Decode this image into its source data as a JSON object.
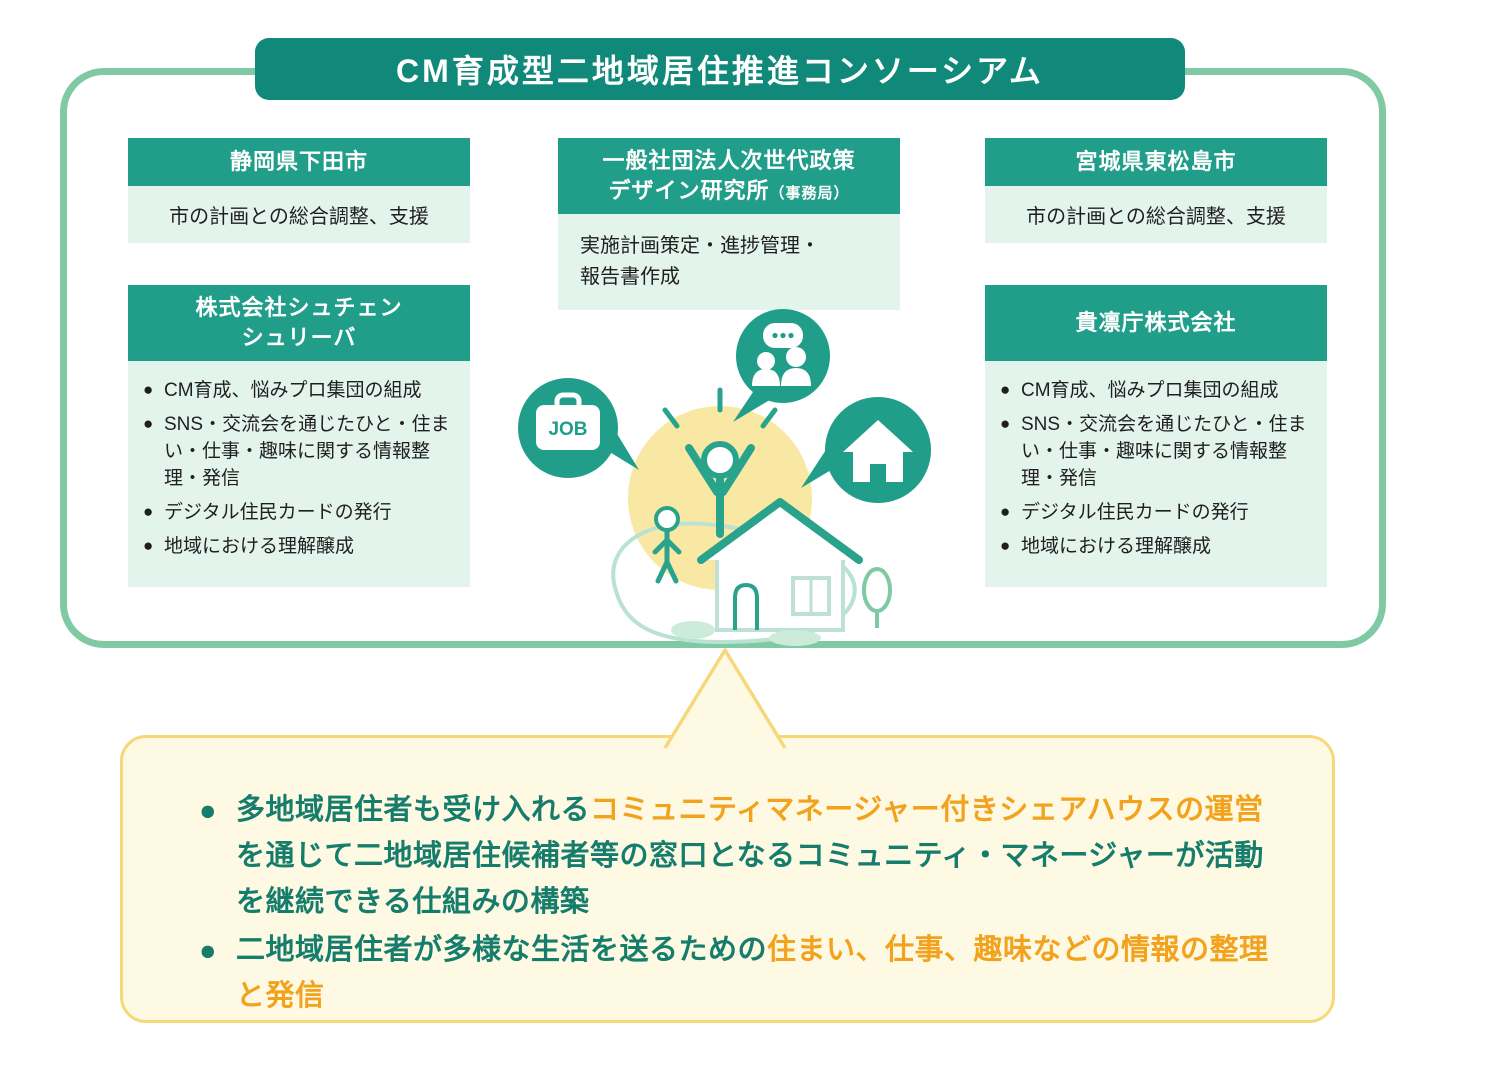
{
  "ui": {
    "bullet": "●"
  },
  "title": "CM育成型二地域居住推進コンソーシアム",
  "colors": {
    "title_teal": "#10897a",
    "card_teal": "#219e8a",
    "light_green": "#e3f4ec",
    "panel_border_green": "#7fc9a3",
    "summary_bg": "#fdf9e3",
    "summary_border": "#f6d87b",
    "summary_text": "#167c6b",
    "highlight_orange": "#f2a21d",
    "sun_yellow": "#f9e8a3"
  },
  "orgs": {
    "shimoda": {
      "name": "静岡県下田市",
      "role": "市の計画との総合調整、支援"
    },
    "schuchen": {
      "name": "株式会社シュチェン\nシュリーバ",
      "bullets": [
        "CM育成、悩みプロ集団の組成",
        "SNS・交流会を通じたひと・住まい・仕事・趣味に関する情報整理・発信",
        "デジタル住民カードの発行",
        "地域における理解醸成"
      ]
    },
    "secretariat": {
      "name": "一般社団法人次世代政策\nデザイン研究所",
      "name_suffix": "（事務局）",
      "role": "実施計画策定・進捗管理・\n報告書作成"
    },
    "higashimatsushima": {
      "name": "宮城県東松島市",
      "role": "市の計画との総合調整、支援"
    },
    "kirincho": {
      "name": "貴凛庁株式会社",
      "bullets": [
        "CM育成、悩みプロ集団の組成",
        "SNS・交流会を通じたひと・住まい・仕事・趣味に関する情報整理・発信",
        "デジタル住民カードの発行",
        "地域における理解醸成"
      ]
    }
  },
  "illustration": {
    "job_label": "JOB"
  },
  "summary": {
    "items": [
      {
        "segments": [
          {
            "text": "多地域居住者も受け入れる",
            "highlight": false
          },
          {
            "text": "コミュニティマネージャー付きシェアハウスの運営",
            "highlight": true
          },
          {
            "text": "を通じて二地域居住候補者等の窓口となるコミュニティ・マネージャーが活動を継続できる仕組みの構築",
            "highlight": false
          }
        ]
      },
      {
        "segments": [
          {
            "text": "二地域居住者が多様な生活を送るための",
            "highlight": false
          },
          {
            "text": "住まい、仕事、趣味などの情報の整理と発信",
            "highlight": true
          }
        ]
      }
    ]
  }
}
